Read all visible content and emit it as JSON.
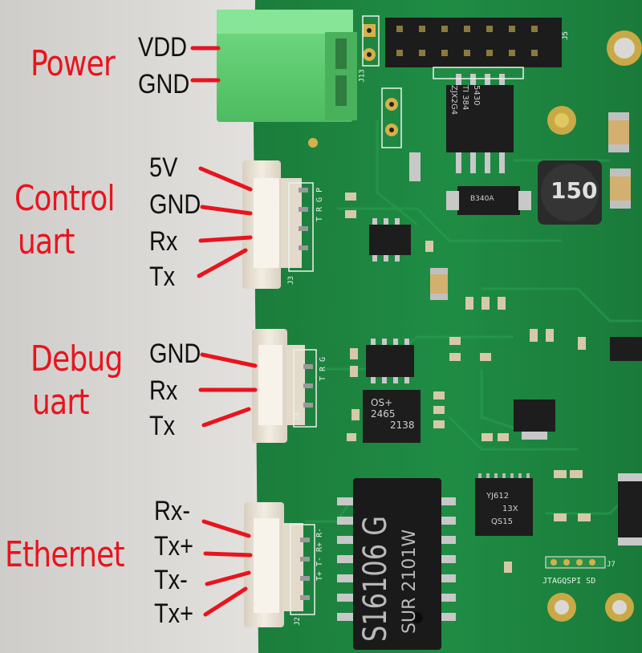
{
  "sections": {
    "power": {
      "title": "Power",
      "pins": [
        "VDD",
        "GND"
      ]
    },
    "control_uart": {
      "title_line1": "Control",
      "title_line2": "uart",
      "pins": [
        "5V",
        "GND",
        "Rx",
        "Tx"
      ]
    },
    "debug_uart": {
      "title_line1": "Debug",
      "title_line2": "uart",
      "pins": [
        "GND",
        "Rx",
        "Tx"
      ]
    },
    "ethernet": {
      "title": "Ethernet",
      "pins": [
        "Rx-",
        "Tx+",
        "Tx-",
        "Tx+"
      ]
    }
  },
  "board_silkscreen": {
    "j13": "J13",
    "j5": "J5",
    "j3": "J3",
    "j4": "J4",
    "j2": "J2",
    "j7": "J7",
    "j3_pins": "T R G P",
    "j4_pins": "T R G",
    "j2_pins": "T+ T- R+ R-",
    "bottom_label": "JTAGQSPI SD"
  },
  "chip_markings": {
    "transformer_line1": "S16106 G",
    "transformer_line2": "SUR 2101W",
    "inductor": "150",
    "chip_5430_line1": "5430",
    "chip_5430_line2": "TI 384",
    "chip_5430_line3": "ZJX2G4",
    "diode": "B340A",
    "chip_2465_line1": "OS+",
    "chip_2465_line2": "2465",
    "chip_2465_line3": "2138",
    "qfn_line1": "YJ612",
    "qfn_line2": "13X",
    "qfn_line3": "QS15"
  },
  "colors": {
    "label_red": "#e8141e",
    "pcb_green": "#1f8a42",
    "terminal_green": "#5fcf72",
    "connector_white": "#ece5d8"
  }
}
